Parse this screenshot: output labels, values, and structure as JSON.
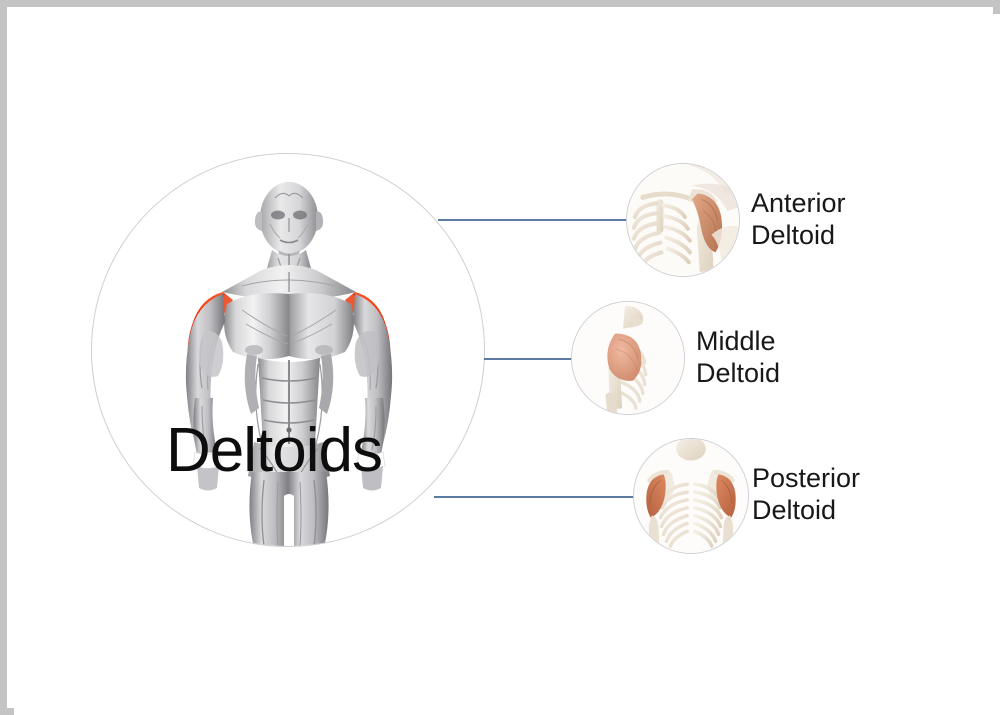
{
  "figure": {
    "title": "Deltoids",
    "main_subject": "anterior-full-body-muscular-anatomy",
    "highlight_color": "#f03818",
    "connector_color": "#5b7ba0",
    "circle_outline_color": "#cfcfd4",
    "frame_color": "#c4c4c4",
    "label_color": "#181818",
    "background_color": "#ffffff"
  },
  "callouts": [
    {
      "id": "anterior",
      "label": "Anterior\nDeltoid",
      "label_line1": "Anterior",
      "label_line2": "Deltoid",
      "image": "anterior-shoulder-skeleton-with-deltoid",
      "muscle_color": "#c98a6a"
    },
    {
      "id": "middle",
      "label": "Middle\nDeltoid",
      "label_line1": "Middle",
      "label_line2": "Deltoid",
      "image": "lateral-shoulder-skeleton-with-deltoid",
      "muscle_color": "#dba08c"
    },
    {
      "id": "posterior",
      "label": "Posterior\nDeltoid",
      "label_line1": "Posterior",
      "label_line2": "Deltoid",
      "image": "posterior-ribcage-skeleton-with-deltoids",
      "muscle_color": "#c97a5e"
    }
  ]
}
